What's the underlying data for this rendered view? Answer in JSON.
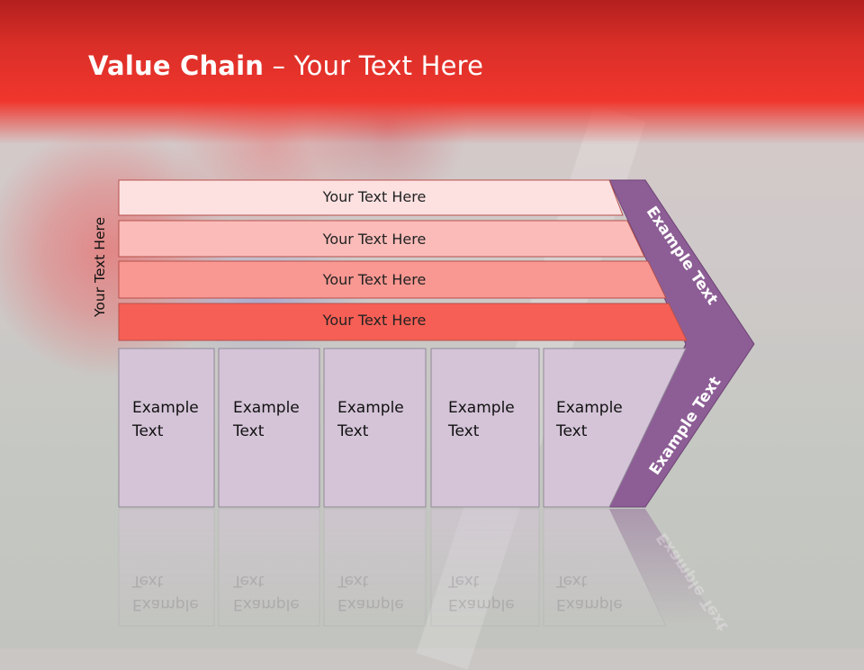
{
  "slide": {
    "title_bold": "Value Chain",
    "title_rest": " – Your Text Here",
    "side_label": "Your Text Here",
    "bars": [
      {
        "label": "Your Text Here",
        "color": "#fde1e1"
      },
      {
        "label": "Your Text Here",
        "color": "#fbbcb9"
      },
      {
        "label": "Your Text Here",
        "color": "#f99892"
      },
      {
        "label": "Your Text Here",
        "color": "#f65f55"
      }
    ],
    "boxes": [
      {
        "line1": "Example",
        "line2": "Text"
      },
      {
        "line1": "Example",
        "line2": "Text"
      },
      {
        "line1": "Example",
        "line2": "Text"
      },
      {
        "line1": "Example",
        "line2": "Text"
      },
      {
        "line1": "Example",
        "line2": "Text"
      }
    ],
    "arrow_upper_label": "Example Text",
    "arrow_lower_label": "Example Text",
    "colors": {
      "header_red": "#f0362d",
      "box_fill": "#d5c4d8",
      "arrow_purple": "#8d5e95"
    }
  }
}
